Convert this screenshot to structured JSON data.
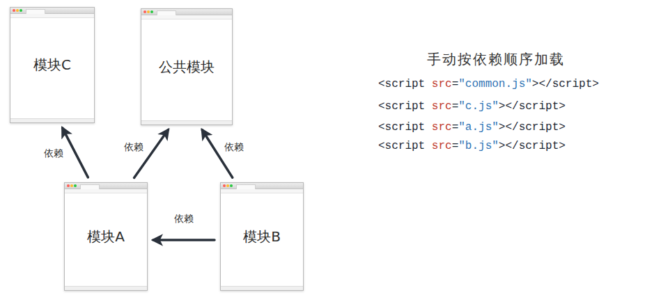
{
  "diagram": {
    "title": "手动按依赖顺序加载",
    "nodes": [
      {
        "text": [
          "模块C"
        ]
      },
      {
        "text": [
          "公共模块"
        ]
      },
      {
        "text": [
          "模块A"
        ]
      },
      {
        "text": [
          "模块B"
        ]
      }
    ],
    "edges": [
      {
        "from": 2,
        "to": 0,
        "arrow": "to",
        "label": "依赖"
      },
      {
        "from": 2,
        "to": 1,
        "arrow": "to",
        "label": "依赖"
      },
      {
        "from": 3,
        "to": 1,
        "arrow": "to",
        "label": "依赖"
      },
      {
        "from": 3,
        "to": 2,
        "arrow": "to",
        "label": "依赖"
      }
    ],
    "labels": [
      "<script",
      "src",
      "=",
      "\"common.js\"",
      "></script>",
      "<script",
      "src",
      "=",
      "\"c.js\"",
      "></script>",
      "<script",
      "src",
      "=",
      "\"a.js\"",
      "></script>",
      "<script",
      "src",
      "=",
      "\"b.js\"",
      "></script>"
    ]
  }
}
